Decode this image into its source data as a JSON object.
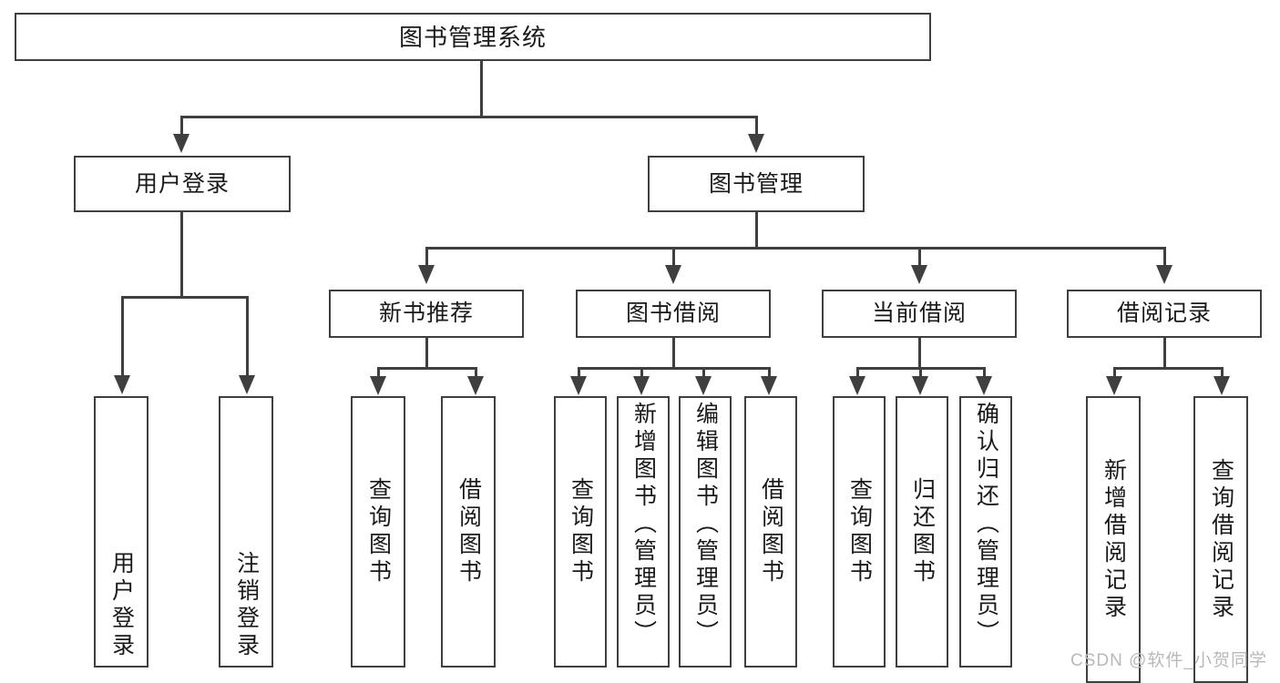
{
  "diagram": {
    "type": "tree",
    "title": "图书管理系统",
    "root": {
      "label": "图书管理系统"
    },
    "level1": [
      {
        "label": "用户登录"
      },
      {
        "label": "图书管理"
      }
    ],
    "level2": [
      {
        "label": "新书推荐"
      },
      {
        "label": "图书借阅"
      },
      {
        "label": "当前借阅"
      },
      {
        "label": "借阅记录"
      }
    ],
    "leaves": {
      "user_login": [
        {
          "label": "用户登录"
        },
        {
          "label": "注销登录"
        }
      ],
      "new_book_recommend": [
        {
          "label": "查询图书"
        },
        {
          "label": "借阅图书"
        }
      ],
      "book_borrow": [
        {
          "label": "查询图书"
        },
        {
          "label": "新增图书（管理员）"
        },
        {
          "label": "编辑图书（管理员）"
        },
        {
          "label": "借阅图书"
        }
      ],
      "current_borrow": [
        {
          "label": "查询图书"
        },
        {
          "label": "归还图书"
        },
        {
          "label": "确认归还（管理员）"
        }
      ],
      "borrow_record": [
        {
          "label": "新增借阅记录"
        },
        {
          "label": "查询借阅记录"
        }
      ]
    }
  },
  "watermark": {
    "text": "CSDN @软件_小贺同学"
  },
  "colors": {
    "border": "#3f3f3f",
    "background": "#ffffff",
    "text": "#1a1a1a",
    "watermark": "#b9b9b9"
  }
}
